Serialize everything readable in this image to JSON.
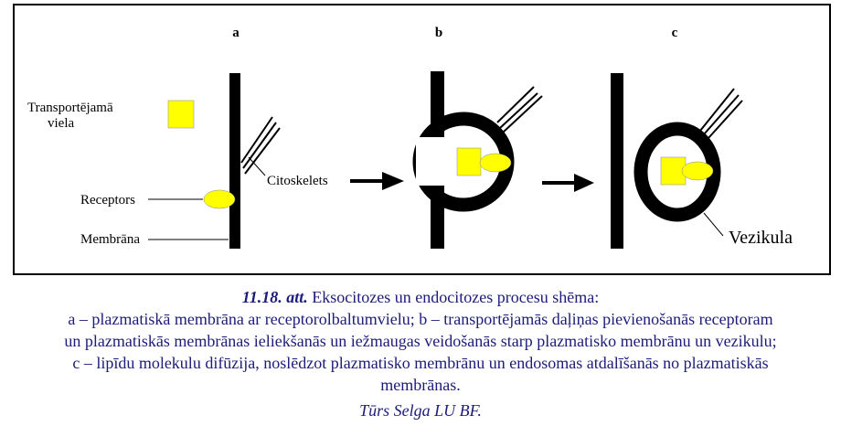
{
  "diagram": {
    "panels": {
      "a": "a",
      "b": "b",
      "c": "c"
    },
    "labels": {
      "transport_line1": "Transportējamā",
      "transport_line2": "viela",
      "receptors": "Receptors",
      "membrane": "Membrāna",
      "cytoskeleton": "Citoskelets",
      "vesicle": "Vezikula"
    },
    "colors": {
      "membrane": "#000000",
      "cargo": "#ffff00"
    }
  },
  "caption": {
    "figure_number": "11.18. att.",
    "title": "Eksocitozes un endocitozes procesu shēma:",
    "line_a": "a – plazmatiskā membrāna ar receptorolbaltumvielu; b – transportējamās daļiņas pievienošanās receptoram",
    "line_b": "un plazmatiskās membrānas ieliekšanās un iežmaugas veidošanās starp plazmatisko membrānu un vezikulu;",
    "line_c": "c – lipīdu molekulu difūzija, noslēdzot plazmatisko membrānu un endosomas atdalīšanās no plazmatiskās",
    "line_d": "membrānas.",
    "credit": "Tūrs Selga LU BF."
  }
}
